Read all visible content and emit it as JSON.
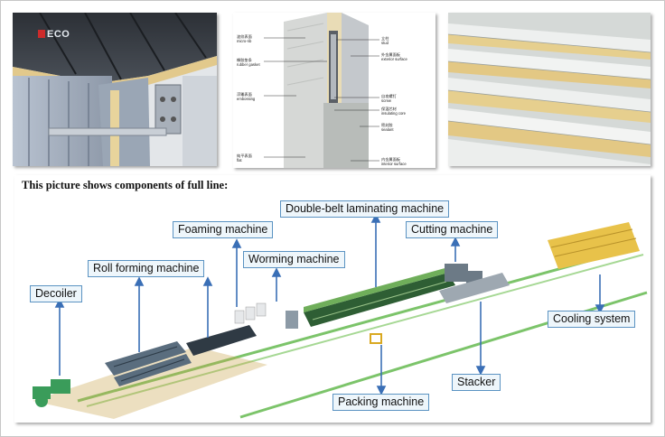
{
  "logo": {
    "text": "ECO"
  },
  "wall_diagram": {
    "labels_left": [
      {
        "zh": "波纹表面",
        "en": "micro-rib"
      },
      {
        "zh": "橡胶垫条",
        "en": "rubber gasket"
      },
      {
        "zh": "浮雕表面",
        "en": "embossing"
      },
      {
        "zh": "纯平表面",
        "en": "flat"
      }
    ],
    "labels_right": [
      {
        "zh": "立柱",
        "en": "stud"
      },
      {
        "zh": "外金属面板",
        "en": "exterior surface"
      },
      {
        "zh": "自攻螺钉",
        "en": "screw"
      },
      {
        "zh": "保温芯材",
        "en": "insulating core"
      },
      {
        "zh": "密封胶",
        "en": "sealant"
      },
      {
        "zh": "内金属面板",
        "en": "interior surface"
      }
    ]
  },
  "production_line": {
    "headline": "This picture shows components of full line:",
    "components": [
      "Double-belt laminating machine",
      "Foaming machine",
      "Cutting machine",
      "Roll forming machine",
      "Worming machine",
      "Decoiler",
      "Cooling system",
      "Stacker",
      "Packing machine"
    ]
  }
}
